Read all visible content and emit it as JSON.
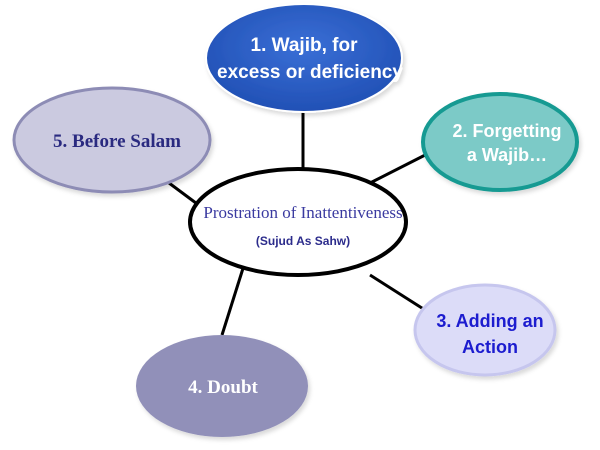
{
  "diagram": {
    "center": {
      "title": "Prostration of Inattentiveness",
      "subtitle": "(Sujud As Sahw)"
    },
    "nodes": [
      {
        "id": "node-1",
        "line1": "1. Wajib, for",
        "line2": "excess or deficiency",
        "fill": "#2e5fc4",
        "stroke": "#ffffff",
        "text_color": "#ffffff"
      },
      {
        "id": "node-2",
        "line1": "2. Forgetting",
        "line2": "a Wajib…",
        "fill": "#7ccac7",
        "stroke": "#1d9a92",
        "text_color": "#ffffff"
      },
      {
        "id": "node-3",
        "line1": "3. Adding an",
        "line2": "Action",
        "fill": "#dcdcf8",
        "stroke": "#c9c9f0",
        "text_color": "#1c1ccf"
      },
      {
        "id": "node-4",
        "line1": "4. Doubt",
        "line2": "",
        "fill": "#9190b9",
        "stroke": "#9190b9",
        "text_color": "#ffffff"
      },
      {
        "id": "node-5",
        "line1": "5. Before Salam",
        "line2": "",
        "fill": "#cbcae0",
        "stroke": "#8d8cb5",
        "text_color": "#2a2a80"
      }
    ],
    "colors": {
      "center_text": "#3a3aa0",
      "center_subtitle": "#2c2c8c",
      "connector": "#000000"
    }
  }
}
